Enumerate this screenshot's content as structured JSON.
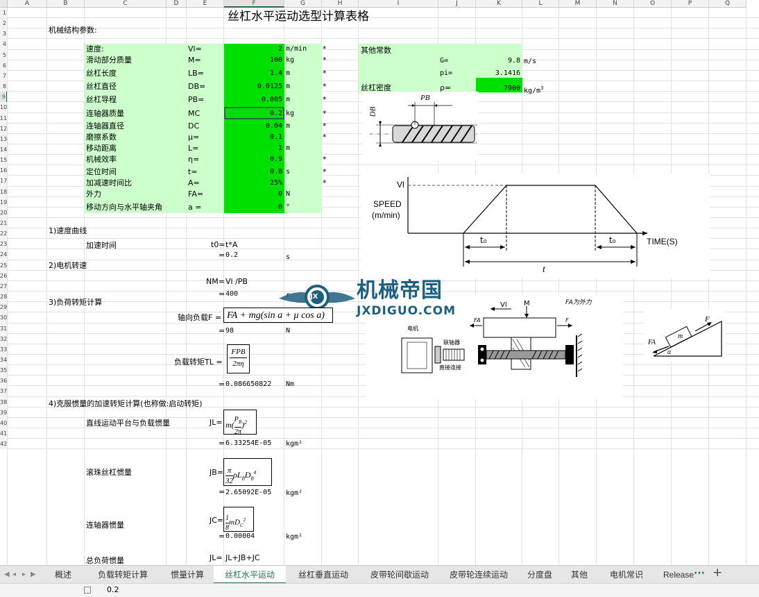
{
  "columns": [
    "A",
    "B",
    "C",
    "D",
    "E",
    "F",
    "G",
    "H",
    "I",
    "J",
    "K",
    "L",
    "M",
    "N",
    "O",
    "P",
    "Q"
  ],
  "rows": [
    "1",
    "2",
    "3",
    "4",
    "5",
    "6",
    "7",
    "8",
    "9",
    "10",
    "11",
    "12",
    "13",
    "14",
    "15",
    "16",
    "17",
    "18",
    "19",
    "20",
    "21",
    "22",
    "23",
    "24",
    "25",
    "26",
    "27",
    "28",
    "29",
    "30",
    "31",
    "32",
    "33",
    "34",
    "35",
    "36",
    "37",
    "38",
    "39",
    "40",
    "41",
    "42"
  ],
  "title": "丝杠水平运动选型计算表格",
  "section_params": "机械结构参数:",
  "params": [
    {
      "label": "速度:",
      "sym": "Vl=",
      "value": "2",
      "unit": "m/min",
      "star": "*"
    },
    {
      "label": "滑动部分质量",
      "sym": "M=",
      "value": "100",
      "unit": "kg",
      "star": "*"
    },
    {
      "label": "丝杠长度",
      "sym": "LB=",
      "value": "1.4",
      "unit": "m",
      "star": "*"
    },
    {
      "label": "丝杠直径",
      "sym": "DB=",
      "value": "0.0125",
      "unit": "m",
      "star": "*"
    },
    {
      "label": "丝杠导程",
      "sym": "PB=",
      "value": "0.005",
      "unit": "m",
      "star": "*"
    },
    {
      "label": "连轴器质量",
      "sym": "MC",
      "value": "0.2",
      "unit": "kg",
      "star": "*"
    },
    {
      "label": "连轴器直径",
      "sym": "DC",
      "value": "0.04",
      "unit": "m",
      "star": "*"
    },
    {
      "label": "磨擦系数",
      "sym": "μ=",
      "value": "0.1",
      "unit": "",
      "star": "*"
    },
    {
      "label": "移动距离",
      "sym": "L=",
      "value": "1",
      "unit": "m",
      "star": ""
    },
    {
      "label": "机械效率",
      "sym": "η=",
      "value": "0.9",
      "unit": "",
      "star": "*"
    },
    {
      "label": "定位时间",
      "sym": "t=",
      "value": "0.8",
      "unit": "s",
      "star": "*"
    },
    {
      "label": "加减速时间比",
      "sym": "A=",
      "value": "25%",
      "unit": "",
      "star": "*"
    },
    {
      "label": "外力",
      "sym": "FA=",
      "value": "0",
      "unit": "N",
      "star": ""
    },
    {
      "label": "移动方向与水平轴夹角",
      "sym": "a =",
      "value": "0",
      "unit": "°",
      "star": ""
    }
  ],
  "constants": {
    "header": "其他常数",
    "g_sym": "G=",
    "g_val": "9.8",
    "g_unit": "m/s",
    "pi_sym": "pi=",
    "pi_val": "3.1416",
    "rho_label": "丝杠密度",
    "rho_sym": "ρ=",
    "rho_val": "7900",
    "rho_unit": "kg/m",
    "rho_exp": "3"
  },
  "s1": {
    "title": "1)速度曲线",
    "label": "加速时间",
    "sym": "t0=",
    "formula": "t*A",
    "eq": "=",
    "val": "0.2",
    "unit": "s"
  },
  "s2": {
    "title": "2)电机转速",
    "sym": "NM=",
    "formula": "Vl /PB",
    "eq": "=",
    "val": "400",
    "unit": "r"
  },
  "s3": {
    "title": "3)负荷转矩计算",
    "axial_label": "轴向负载F =",
    "axial_formula": "FA + mg(sin a + μ cos a)",
    "axial_val": "98",
    "axial_unit": "N",
    "torque_label": "负载转矩TL =",
    "torque_num": "FPB",
    "torque_den": "2πη",
    "torque_val": "0.086650822",
    "torque_unit": "Nm"
  },
  "s4": {
    "title": "4)克服惯量的加速转矩计算(也称做:启动转矩)",
    "jl_label": "直线运动平台与负载惯量",
    "jl_sym": "JL=",
    "jl_val": "6.33254E-05",
    "unit": "kgm²",
    "jb_label": "滚珠丝杠惯量",
    "jb_sym": "JB=",
    "jb_val": "2.65092E-05",
    "jc_label": "连轴器惯量",
    "jc_sym": "JC=",
    "jc_val": "0.00004",
    "jt_label": "总负荷惯量",
    "jt_sym": "JL=",
    "jt_formula": "JL+JB+JC"
  },
  "diagram_speed": {
    "vl": "Vl",
    "speed": "SPEED",
    "unit": "(m/min)",
    "t0": "t₀",
    "time": "TIME(S)",
    "t": "t"
  },
  "diagram_screw": {
    "db": "DB",
    "pb": "PB"
  },
  "diagram_mech": {
    "vl": "Vl",
    "m": "M",
    "fa_note": "FA为外力",
    "motor": "电机",
    "coupling": "联轴器",
    "direct": "直接连接",
    "fa": "FA",
    "f": "F"
  },
  "diagram_incline": {
    "fa": "FA",
    "m": "m",
    "f": "F",
    "alpha": "α"
  },
  "watermark": {
    "cn": "机械帝国",
    "en": "JXDIGUO.COM",
    "badge": "JX"
  },
  "tabs": [
    "概述",
    "负载转矩计算",
    "惯量计算",
    "丝杠水平运动",
    "丝杠垂直运动",
    "皮带轮间歇运动",
    "皮带轮连续运动",
    "分度盘",
    "其他",
    "电机常识",
    "Release"
  ],
  "active_tab": "丝杠水平运动",
  "tab_more": "···",
  "tab_add": "+",
  "status_value": "0.2"
}
